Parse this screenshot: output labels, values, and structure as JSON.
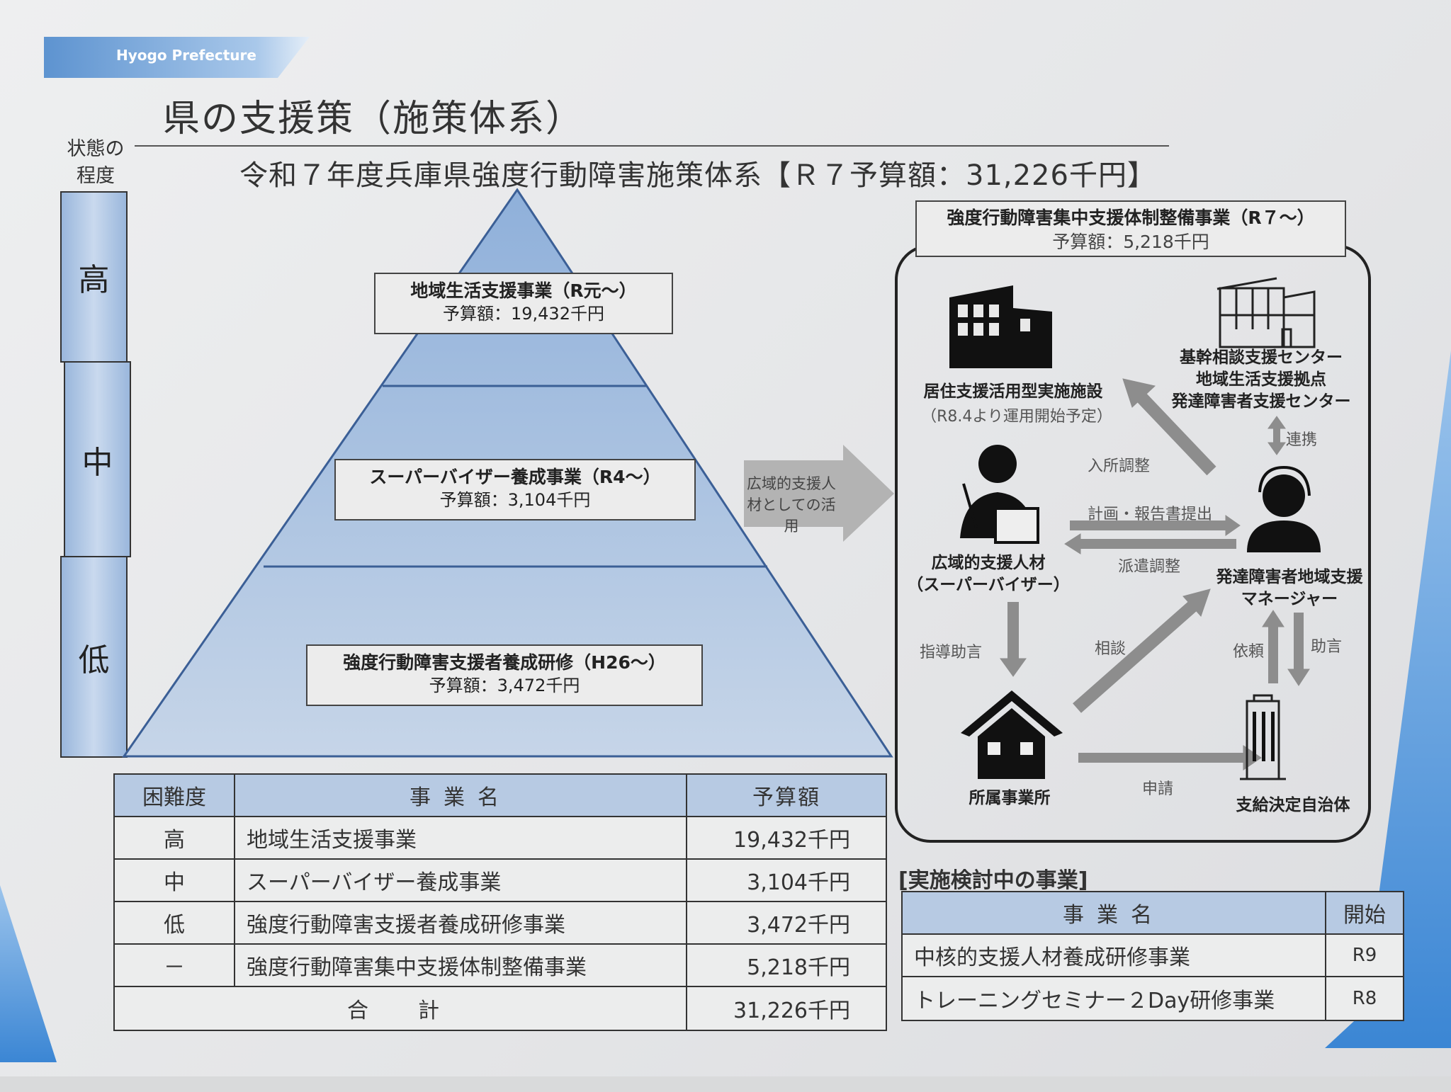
{
  "header": {
    "banner": "Hyogo Prefecture",
    "title": "県の支援策（施策体系）",
    "subtitle": "令和７年度兵庫県強度行動障害施策体系【Ｒ７予算額：31,226千円】"
  },
  "levels": {
    "label": "状態の程度",
    "high": "高",
    "mid": "中",
    "low": "低"
  },
  "pyramid": [
    {
      "name": "地域生活支援事業（R元～）",
      "budget": "予算額：19,432千円"
    },
    {
      "name": "スーパーバイザー養成事業（R4～）",
      "budget": "予算額：3,104千円"
    },
    {
      "name": "強度行動障害支援者養成研修（H26～）",
      "budget": "予算額：3,472千円"
    }
  ],
  "bridge_arrow": "広域的支援人材としての活用",
  "panel": {
    "name": "強度行動障害集中支援体制整備事業（R７～）",
    "budget": "予算額：5,218千円",
    "nodes": {
      "facility": "居住支援活用型実施施設",
      "facility_note": "（R8.4より運用開始予定）",
      "center": [
        "基幹相談支援センター",
        "地域生活支援拠点",
        "発達障害者支援センター"
      ],
      "supervisor": "広域的支援人材",
      "supervisor_note": "（スーパーバイザー）",
      "manager": [
        "発達障害者地域支援",
        "マネージャー"
      ],
      "office": "所属事業所",
      "municipality": "支給決定自治体"
    },
    "arrows": {
      "admission": "入所調整",
      "cooperation": "連携",
      "plan": "計画・報告書提出",
      "dispatch": "派遣調整",
      "guidance": "指導助言",
      "consult": "相談",
      "request": "依頼",
      "advice": "助言",
      "apply": "申請"
    }
  },
  "budget_table": {
    "headers": [
      "困難度",
      "事業名",
      "予算額"
    ],
    "rows": [
      [
        "高",
        "地域生活支援事業",
        "19,432千円"
      ],
      [
        "中",
        "スーパーバイザー養成事業",
        "3,104千円"
      ],
      [
        "低",
        "強度行動障害支援者養成研修事業",
        "3,472千円"
      ],
      [
        "－",
        "強度行動障害集中支援体制整備事業",
        "5,218千円"
      ]
    ],
    "total_label": "合　計",
    "total": "31,226千円"
  },
  "planned": {
    "title": "[実施検討中の事業]",
    "headers": [
      "事業名",
      "開始"
    ],
    "rows": [
      [
        "中核的支援人材養成研修事業",
        "R9"
      ],
      [
        "トレーニングセミナー２Day研修事業",
        "R8"
      ]
    ]
  }
}
